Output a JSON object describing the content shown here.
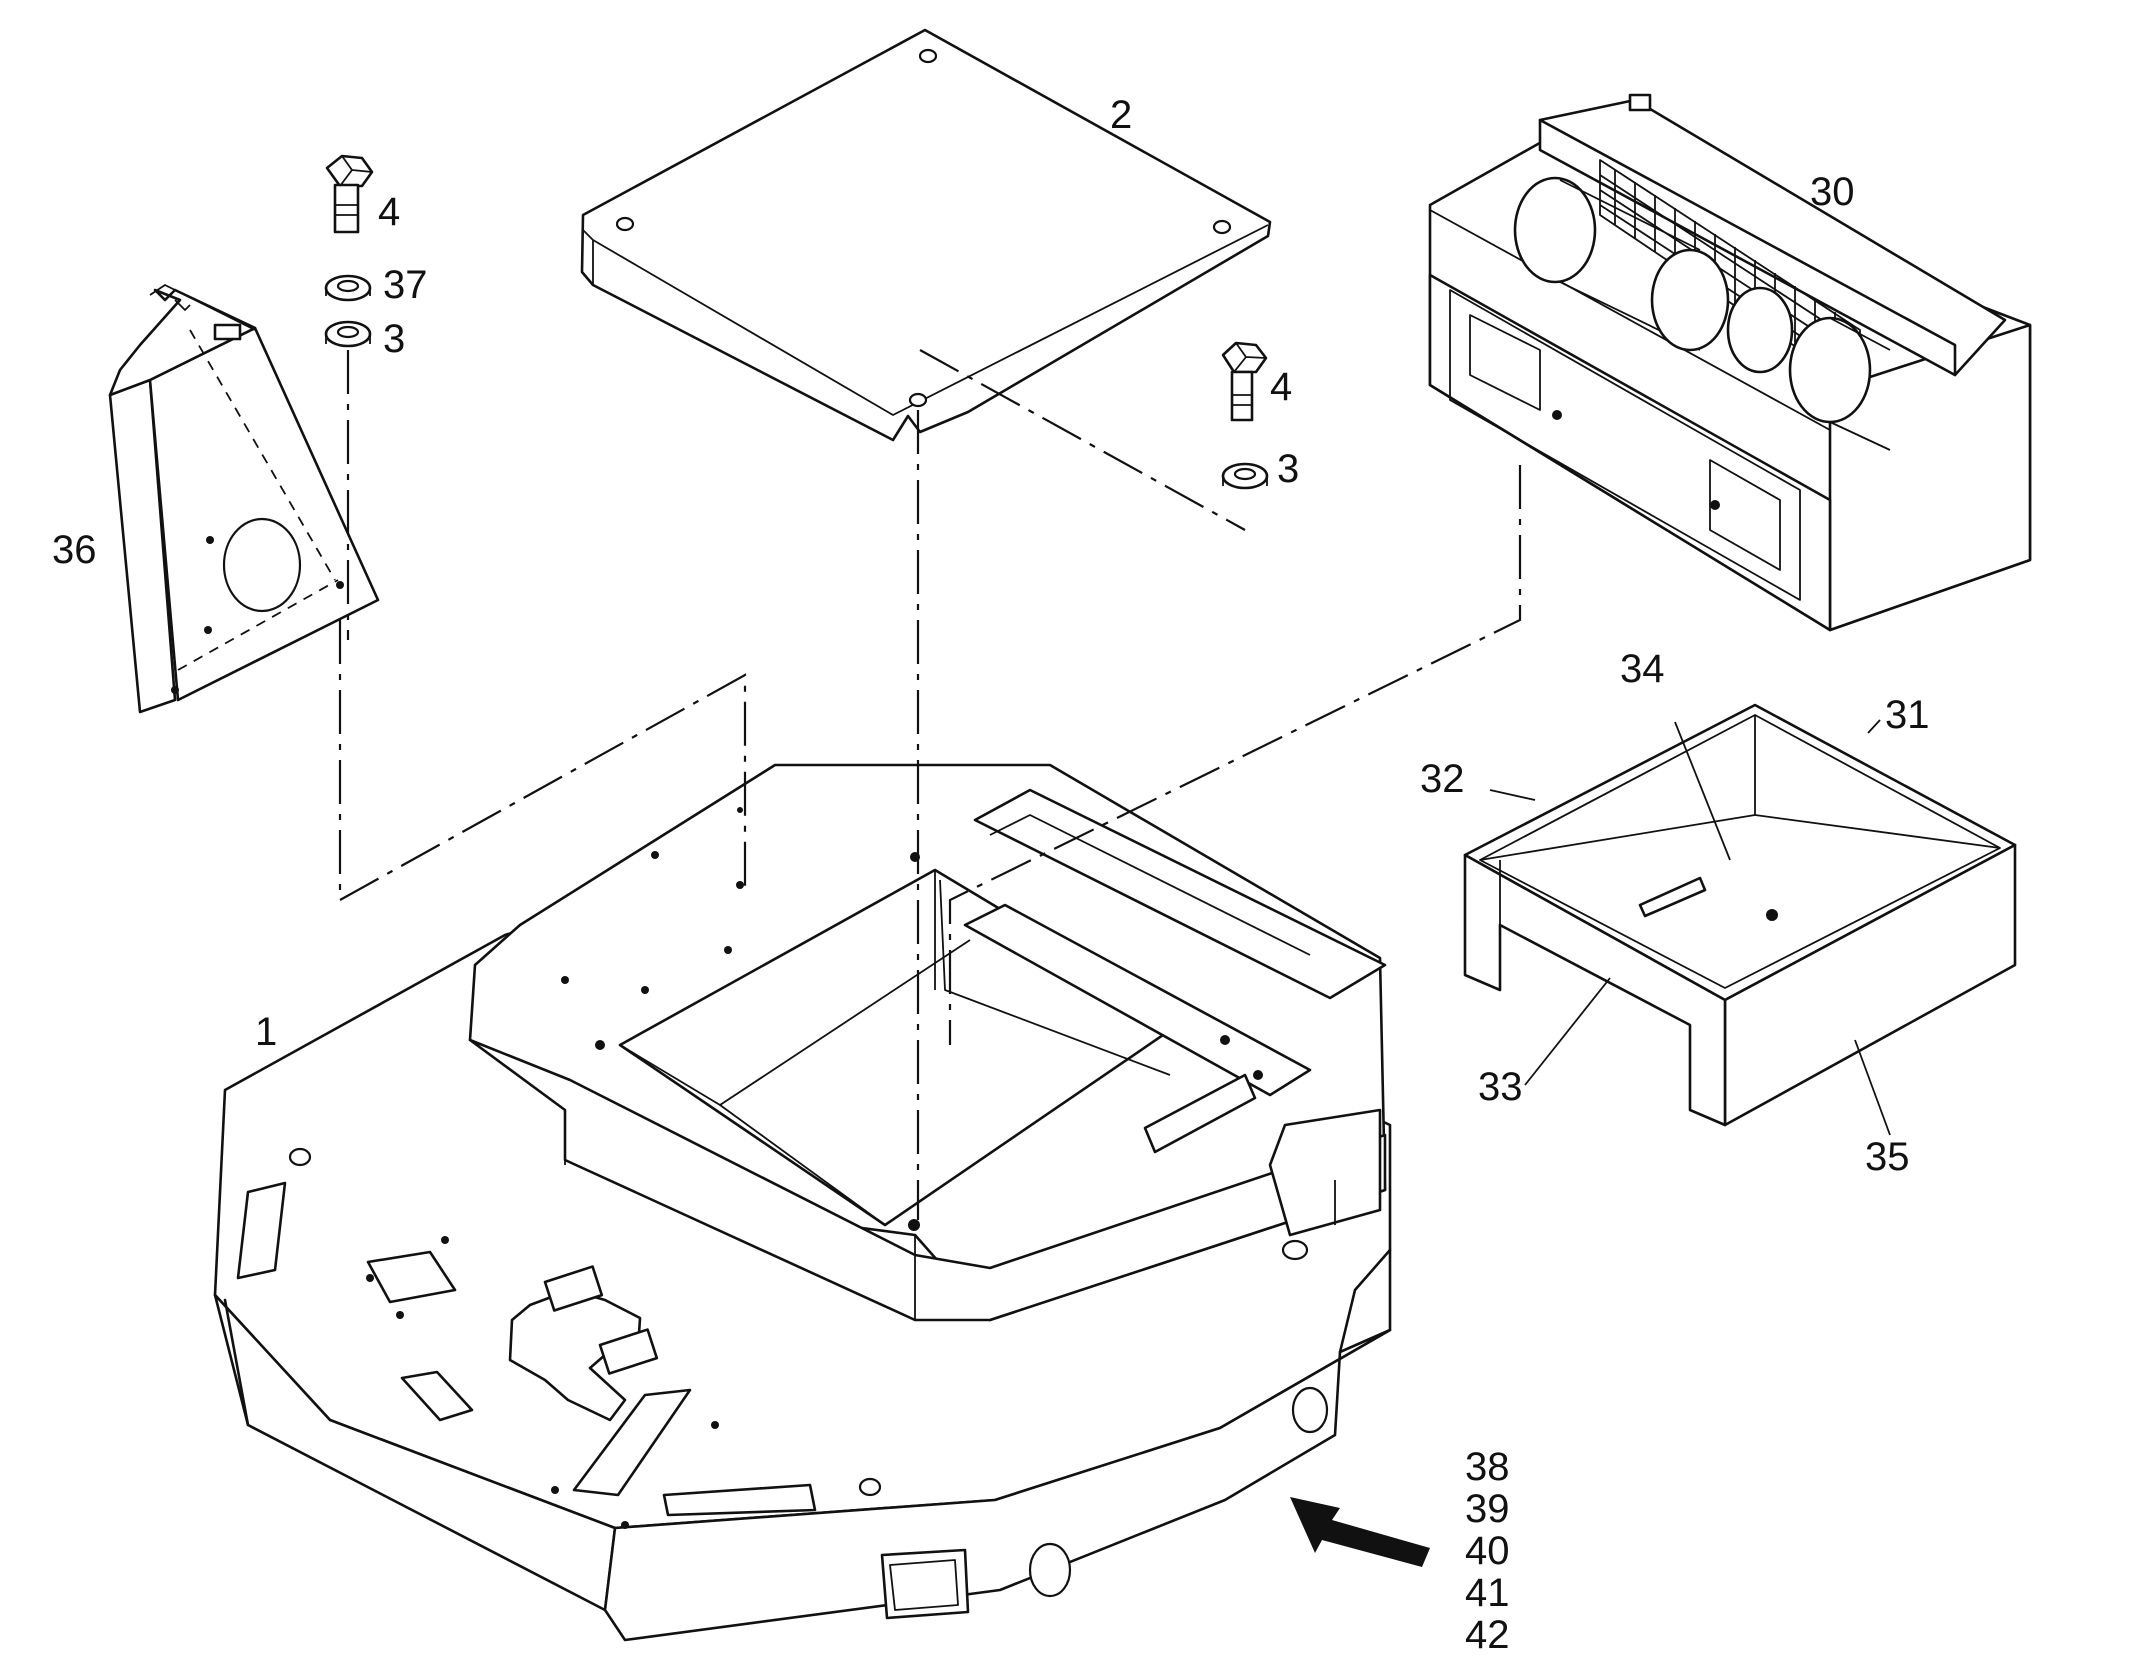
{
  "labels": {
    "p1": "1",
    "p2": "2",
    "p3a": "3",
    "p3b": "3",
    "p4a": "4",
    "p4b": "4",
    "p30": "30",
    "p31": "31",
    "p32": "32",
    "p33": "33",
    "p34": "34",
    "p35": "35",
    "p36": "36",
    "p37": "37",
    "p38": "38",
    "p39": "39",
    "p40": "40",
    "p41": "41",
    "p42": "42"
  },
  "icons": {
    "bolt": "hex-bolt-icon",
    "washer": "washer-icon",
    "arrow": "view-direction-arrow-icon"
  }
}
